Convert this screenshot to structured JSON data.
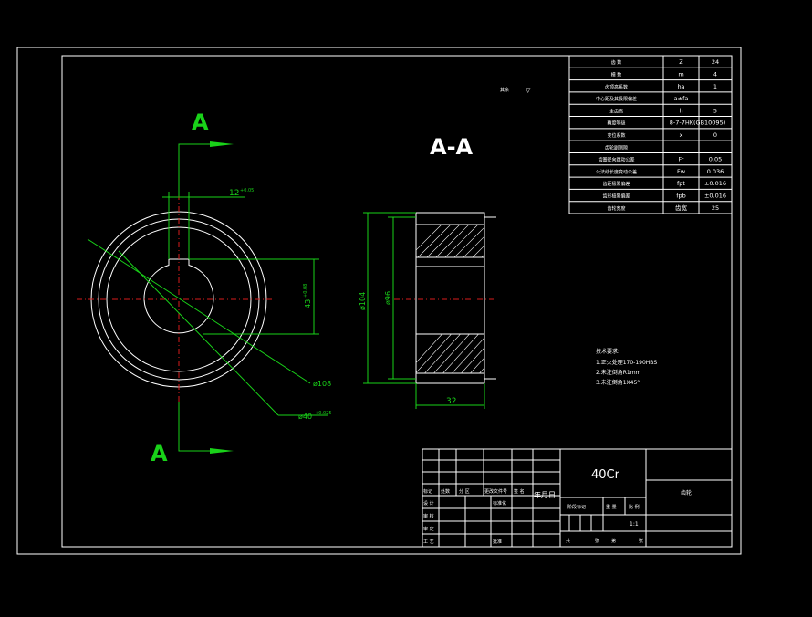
{
  "drawing": {
    "section_letter_top": "A",
    "section_letter_bottom": "A",
    "section_title": "A-A",
    "material": "40Cr",
    "part_name": "齿轮",
    "scale": "1:1",
    "roughness_note_label": "其余",
    "roughness_note_symbol": "▽",
    "dimensions": {
      "keyway_width": "12",
      "keyway_width_tol": "+0.05",
      "keyway_depth": "43",
      "keyway_depth_tol": "+0.08",
      "outer_dia": "ø108",
      "bore_dia": "ø40",
      "bore_tol": "+0.025",
      "side_outer_dia": "ø104",
      "side_inner_dia": "ø96",
      "face_width": "32"
    },
    "tech_requirements": {
      "title": "技术要求:",
      "items": [
        "1.正火处理170-190HBS",
        "2.未注倒角R1mm",
        "3.未注倒角1X45°"
      ]
    }
  },
  "param_table": {
    "rows": [
      {
        "name": "齿 数",
        "symbol": "Z",
        "value": "24"
      },
      {
        "name": "模 数",
        "symbol": "m",
        "value": "4"
      },
      {
        "name": "齿顶高系数",
        "symbol": "ha",
        "value": "1"
      },
      {
        "name": "中心距及其极限偏差",
        "symbol": "a±fa",
        "value": ""
      },
      {
        "name": "全齿高",
        "symbol": "h",
        "value": "5"
      },
      {
        "name": "精度等级",
        "symbol": "8-7-7HK(GB10095)",
        "value": ""
      },
      {
        "name": "变位系数",
        "symbol": "x",
        "value": "0"
      },
      {
        "name": "齿轮副侧隙",
        "symbol": "",
        "value": ""
      },
      {
        "name": "齿圈径向跳动公差",
        "symbol": "Fr",
        "value": "0.05"
      },
      {
        "name": "公法线长度变动公差",
        "symbol": "Fw",
        "value": "0.036"
      },
      {
        "name": "齿距极限偏差",
        "symbol": "fpt",
        "value": "±0.016"
      },
      {
        "name": "齿形极限偏差",
        "symbol": "fpb",
        "value": "±0.016"
      },
      {
        "name": "齿轮宽度",
        "symbol": "齿宽",
        "value": "25"
      }
    ]
  },
  "title_block": {
    "headers": [
      "标记",
      "处数",
      "分 区",
      "更改文件号",
      "签 名",
      "年月日"
    ],
    "rows_left": [
      "设 计",
      "审 核",
      "审 定",
      "工 艺"
    ],
    "standardization": "标准化",
    "approve": "批准",
    "stage_mark": "阶段标记",
    "weight": "重 量",
    "ratio": "比 例",
    "sheets": [
      "共",
      "张",
      "第",
      "张"
    ]
  }
}
